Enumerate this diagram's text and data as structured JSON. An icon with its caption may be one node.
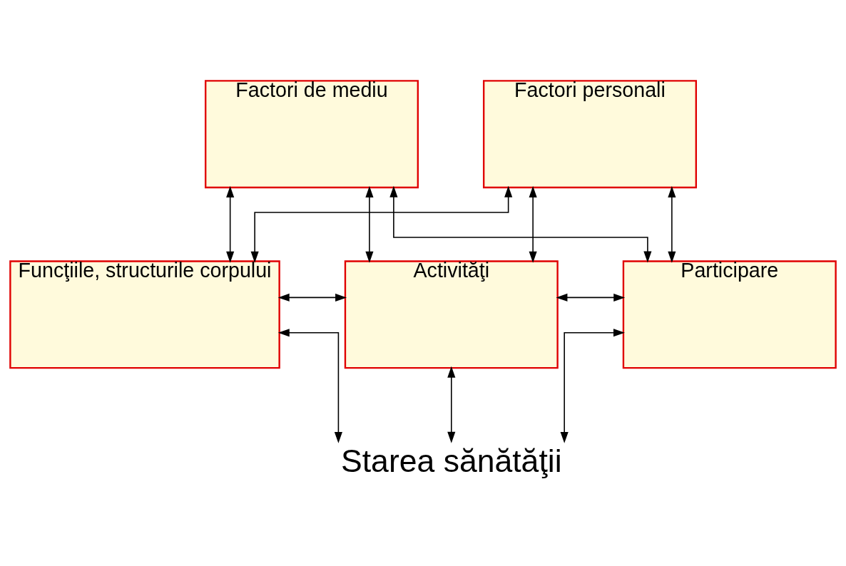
{
  "diagram": {
    "nodes": [
      {
        "text": [
          "Starea sănătăţii"
        ]
      },
      {
        "text": [
          "Funcţiile, structurile corpului"
        ]
      },
      {
        "text": [
          "Activităţi"
        ]
      },
      {
        "text": [
          "Participare"
        ]
      },
      {
        "text": [
          "Factori de mediu"
        ]
      },
      {
        "text": [
          "Factori personali"
        ]
      }
    ],
    "edges": [
      {
        "from": 1,
        "to": 0,
        "arrow": "both"
      },
      {
        "from": 2,
        "to": 0,
        "arrow": "both"
      },
      {
        "from": 3,
        "to": 0,
        "arrow": "both"
      },
      {
        "from": 1,
        "to": 2,
        "arrow": "both"
      },
      {
        "from": 2,
        "to": 3,
        "arrow": "both"
      },
      {
        "from": 4,
        "to": 1,
        "arrow": "both"
      },
      {
        "from": 4,
        "to": 2,
        "arrow": "both"
      },
      {
        "from": 4,
        "to": 3,
        "arrow": "both"
      },
      {
        "from": 5,
        "to": 1,
        "arrow": "both"
      },
      {
        "from": 5,
        "to": 2,
        "arrow": "both"
      },
      {
        "from": 5,
        "to": 3,
        "arrow": "both"
      }
    ]
  }
}
